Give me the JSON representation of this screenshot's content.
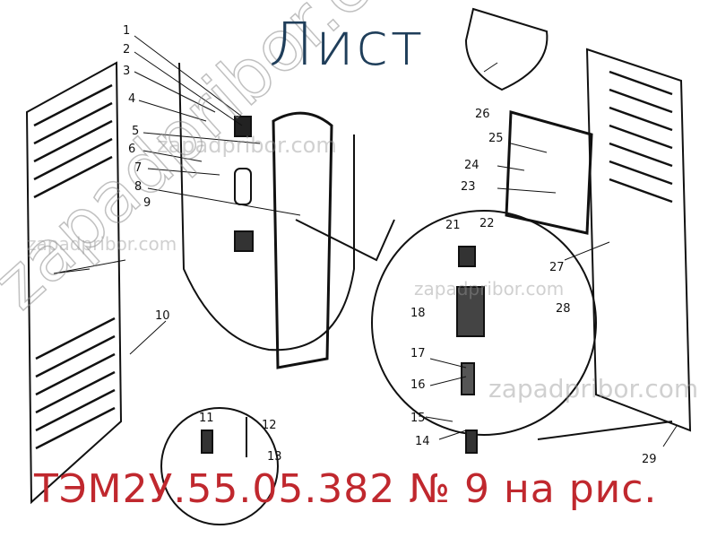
{
  "title": "Лист",
  "caption": "ТЭМ2У.55.05.382 № 9 на рис.",
  "watermark": "zapadpribor.com",
  "colors": {
    "title": "#1f3e5a",
    "caption": "#c0282e",
    "watermark": "#969696"
  },
  "callouts": [
    "1",
    "2",
    "3",
    "4",
    "5",
    "6",
    "7",
    "8",
    "9",
    "10",
    "11",
    "12",
    "13",
    "14",
    "15",
    "16",
    "17",
    "18",
    "21",
    "22",
    "23",
    "24",
    "25",
    "26",
    "27",
    "28",
    "29"
  ]
}
